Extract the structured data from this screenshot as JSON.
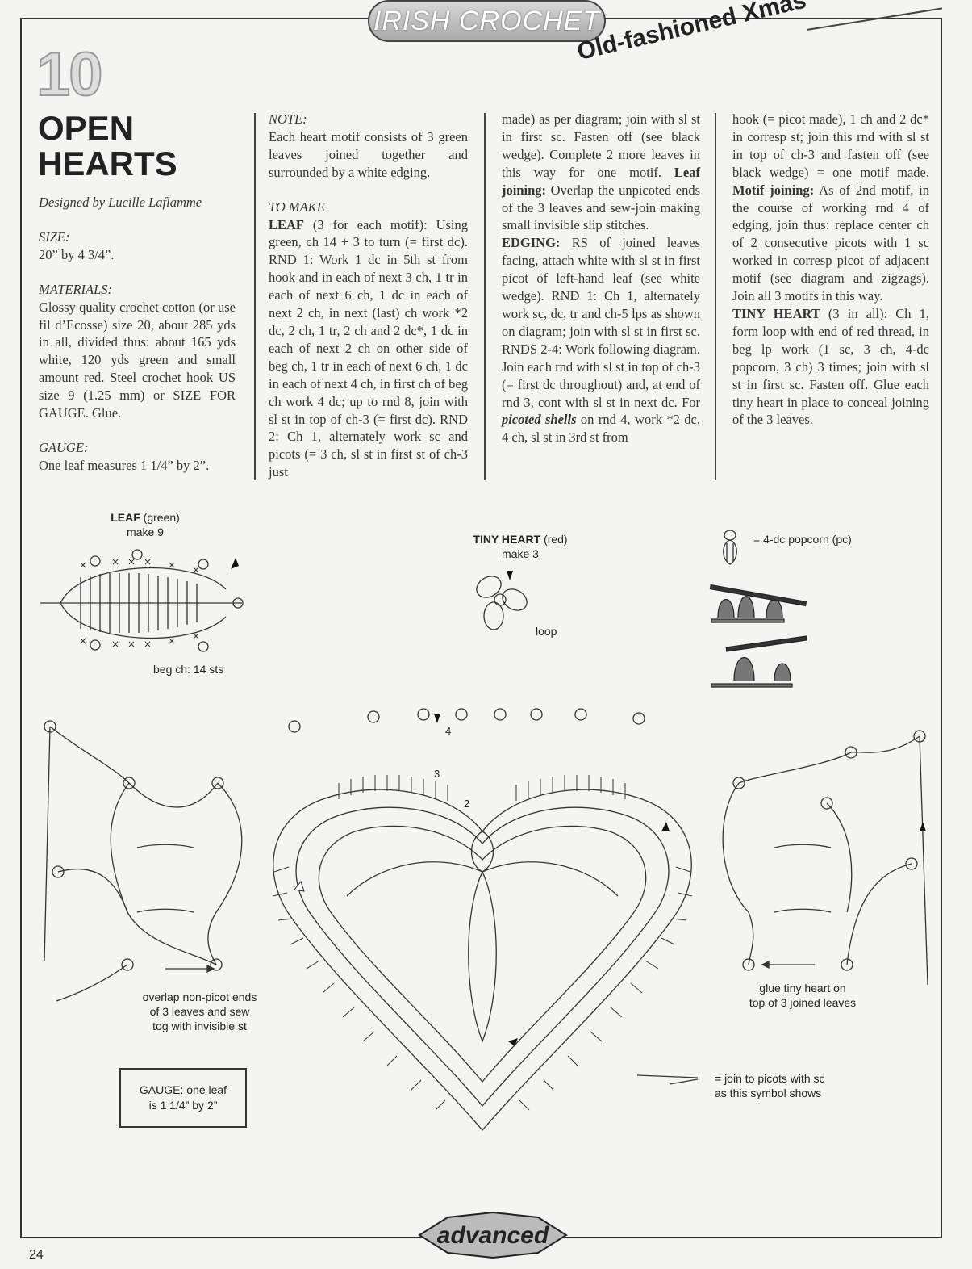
{
  "header": {
    "section": "IRISH CROCHET",
    "edition": "Old-fashioned Xmas"
  },
  "pattern": {
    "number": "10",
    "title_line1": "OPEN",
    "title_line2": "HEARTS"
  },
  "col1": {
    "designer": "Designed by Lucille Laflamme",
    "size_label": "SIZE:",
    "size_value": "20” by 4 3/4”.",
    "materials_label": "MATERIALS:",
    "materials_text": "Glossy quality crochet cotton (or use fil d’Ecosse) size 20, about 285 yds in all, divided thus: about 165 yds white, 120 yds green and small amount red. Steel crochet hook US size 9 (1.25 mm) or SIZE FOR GAUGE. Glue.",
    "gauge_label": "GAUGE:",
    "gauge_text": "One leaf measures 1 1/4” by 2”."
  },
  "col2": {
    "note_label": "NOTE:",
    "note_text": "Each heart motif consists of 3 green leaves joined together and surrounded by a white edging.",
    "to_make_label": "TO MAKE",
    "leaf_label": "LEAF",
    "leaf_text": " (3 for each motif): Using green, ch 14 + 3 to turn (= first dc). RND 1: Work 1 dc in 5th st from hook and in each of next 3 ch, 1 tr in each of next 6 ch, 1 dc in each of next 2 ch, in next (last) ch work *2 dc, 2 ch, 1 tr, 2 ch and 2 dc*, 1 dc in each of next 2 ch on other side of beg ch, 1 tr in each of next 6 ch, 1 dc in each of next 4 ch, in first ch of beg ch work 4 dc; up to rnd 8, join with sl st in top of ch-3 (= first dc). RND 2: Ch 1, alternately work sc and picots (= 3 ch, sl st in first st of ch-3 just"
  },
  "col3": {
    "text_a": "made) as per diagram; join with sl st in first sc. Fasten off (see black wedge). Complete 2 more leaves in this way for one motif. ",
    "leaf_joining_label": "Leaf joining:",
    "text_b": " Overlap the unpicoted ends of the 3 leaves and sew-join making small invisible slip stitches.",
    "edging_label": "EDGING:",
    "text_c": " RS of joined leaves facing, attach white with sl st in first picot of left-hand leaf (see white wedge). RND 1: Ch 1, alternately work sc, dc, tr and ch-5 lps as shown on diagram; join with sl st in first sc. RNDS 2-4: Work following diagram. Join each rnd with sl st in top of ch-3 (= first dc throughout) and, at end of rnd 3, cont with sl st in next dc. For ",
    "shells_label": "picoted shells",
    "text_d": " on rnd 4, work *2 dc, 4 ch, sl st in 3rd st from"
  },
  "col4": {
    "text_a": "hook (= picot made), 1 ch and 2 dc* in corresp st; join this rnd with sl st in top of ch-3 and fasten off (see black wedge) = one motif made. ",
    "motif_joining_label": "Motif joining:",
    "text_b": " As of 2nd motif, in the course of working rnd 4 of edging, join thus: replace center ch of 2 consecutive picots with 1 sc worked in corresp picot of adjacent motif (see diagram and zigzags). Join all 3 motifs in this way.",
    "tiny_heart_label": "TINY HEART",
    "text_c": " (3 in all): Ch 1, form loop with end of red thread, in beg lp work (1 sc, 3 ch, 4-dc popcorn, 3 ch) 3 times; join with sl st in first sc. Fasten off. Glue each tiny heart in place to conceal joining of the 3 leaves."
  },
  "diagram": {
    "leaf_title_bold": "LEAF",
    "leaf_title_rest": " (green)",
    "leaf_make": "make 9",
    "leaf_beg_ch": "beg ch:  14 sts",
    "tiny_title_bold": "TINY HEART",
    "tiny_title_rest": " (red)",
    "tiny_make": "make 3",
    "tiny_loop": "loop",
    "popcorn_legend": "= 4-dc popcorn (pc)",
    "overlap_note": [
      "overlap non-picot ends",
      "of 3 leaves and sew",
      "tog with invisible st"
    ],
    "glue_note": [
      "glue tiny heart on",
      "top of 3 joined leaves"
    ],
    "gauge_box": [
      "GAUGE:  one leaf",
      "is 1 1/4” by 2”"
    ],
    "join_note": [
      "= join to picots with sc",
      "as this symbol shows"
    ],
    "rnd_labels": [
      "4",
      "3",
      "2"
    ]
  },
  "footer": {
    "level": "advanced",
    "page_number": "24"
  }
}
